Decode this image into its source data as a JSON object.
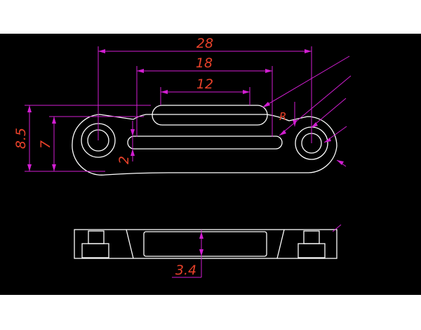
{
  "drawing": {
    "colors": {
      "background": "#000000",
      "outline": "#ffffff",
      "dimension_line": "#d21ed2",
      "dimension_text": "#e8412a"
    },
    "dimensions": {
      "overall_width": "28",
      "mid_width": "18",
      "slot_width": "12",
      "outer_height": "8.5",
      "inner_height": "7",
      "gap": "2",
      "thickness": "3.4",
      "radius_partial": "R"
    }
  }
}
